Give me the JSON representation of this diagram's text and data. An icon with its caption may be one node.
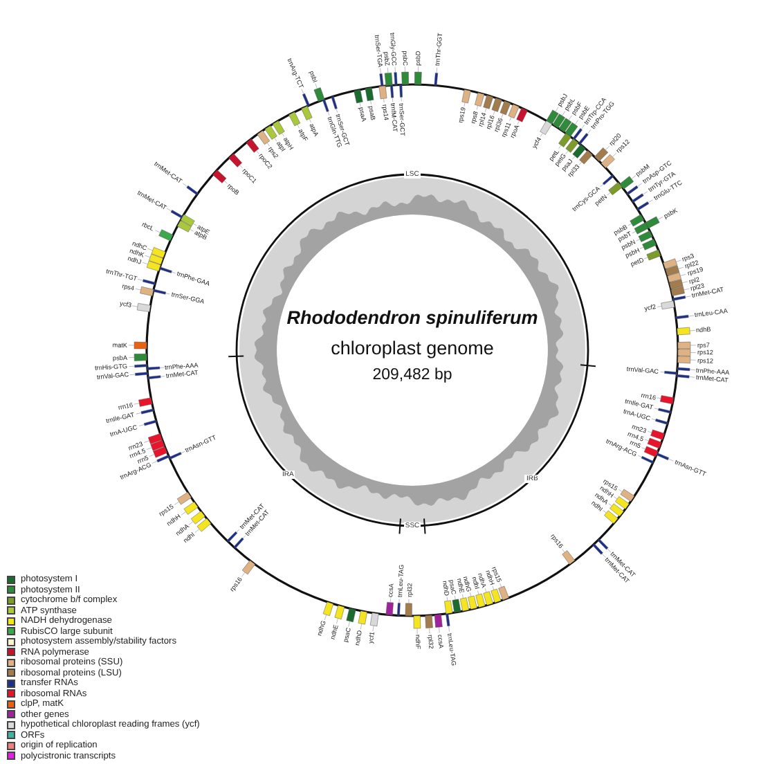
{
  "diagram": {
    "title": "Rhododendron spinuliferum",
    "labels": [
      "chloroplast genome",
      "209,482 bp",
      "LSC",
      "IRA",
      "IRB",
      "SSC",
      "trnArg-TCT",
      "psbI",
      "trnSer-TGA",
      "psbZ",
      "trnGly-GCC",
      "psbC",
      "psbD",
      "trnThr-GGT",
      "psbJ",
      "psbL",
      "psbF",
      "psbE",
      "trnTrp-CCA",
      "trnPro-TGG",
      "rpl20",
      "rps12",
      "psbM",
      "trnAsp-GTC",
      "trnTyr-GTA",
      "trnGlu-TTC",
      "psbK",
      "rps3",
      "rpl22",
      "rps19",
      "rpl2",
      "rpl23",
      "trnMet-CAT",
      "trnLeu-CAA",
      "ndhB",
      "rps7",
      "rps12",
      "rps12",
      "trnPhe-AAA",
      "trnMet-CAT",
      "trnAsn-GTT",
      "trnMet-CAT",
      "trnMet-CAT",
      "ndhG",
      "ndhE",
      "psaC",
      "ndhD",
      "ycf1",
      "ndhF",
      "rpl32",
      "ccsA",
      "trnLeu-TAG",
      "rps16",
      "ndhI",
      "ndhA",
      "ndhH",
      "rps15",
      "trnArg-ACG",
      "rrn5",
      "rrn4.5",
      "rrn23",
      "trnA-UGC",
      "trnIle-GAT",
      "rrn16",
      "trnVal-GAC",
      "trnHis-GTG",
      "psbA",
      "matK",
      "ycf3",
      "rps4",
      "trnThr-TGT",
      "ndhJ",
      "ndhK",
      "ndhC",
      "rbcL",
      "trnMet-CAT",
      "trnMet-CAT",
      "psaA",
      "psaB",
      "rps14",
      "trnfM-CAT",
      "trnSer-GCT",
      "rps19",
      "rps8",
      "rpl14",
      "rpl16",
      "rpl36",
      "rps11",
      "rpoA",
      "ycf4",
      "petL",
      "petG",
      "psaJ",
      "rpl33",
      "trnCys-GCA",
      "petN",
      "psbB",
      "psbT",
      "psbN",
      "psbH",
      "petD",
      "ycf2",
      "trnVal-GAC",
      "rrn16",
      "trnIle-GAT",
      "trnA-UGC",
      "rrn23",
      "rrn4.5",
      "rrn5",
      "trnArg-ACG",
      "rps15",
      "ndhH",
      "ndhA",
      "ndhI",
      "rps16",
      "ccsA",
      "trnLeu-TAG",
      "rpl32",
      "ndhD",
      "psaC",
      "ndhE",
      "ndhG",
      "ndhI",
      "ndhA",
      "ndhH",
      "rps15",
      "trnMet-CAT",
      "trnMet-CAT",
      "trnAsn-GTT",
      "trnMet-CAT",
      "trnPhe-AAA",
      "trnSer-GGA",
      "trnPhe-GAA",
      "atpB",
      "atpE",
      "rpoB",
      "rpoC1",
      "rpoC2",
      "rps2",
      "atpI",
      "atpH",
      "atpF",
      "atpA",
      "trnGln-TTG",
      "trnSer-GCT"
    ],
    "legend": [
      {
        "text": "photosystem I",
        "color": "#1b6b2f"
      },
      {
        "text": "photosystem II",
        "color": "#2f8a3a"
      },
      {
        "text": "cytochrome b/f complex",
        "color": "#7d9b2b"
      },
      {
        "text": "ATP synthase",
        "color": "#a9c83b"
      },
      {
        "text": "NADH dehydrogenase",
        "color": "#f4e520"
      },
      {
        "text": "RubisCO large subunit",
        "color": "#3aa84b"
      },
      {
        "text": "photosystem assembly/stability factors",
        "color": "#fcf5c9"
      },
      {
        "text": "RNA polymerase",
        "color": "#c8132f"
      },
      {
        "text": "ribosomal proteins (SSU)",
        "color": "#deb283"
      },
      {
        "text": "ribosomal proteins (LSU)",
        "color": "#a27c4c"
      },
      {
        "text": "transfer RNAs",
        "color": "#1b2f8b"
      },
      {
        "text": "ribosomal RNAs",
        "color": "#e8142b"
      },
      {
        "text": "clpP, matK",
        "color": "#e86212"
      },
      {
        "text": "other genes",
        "color": "#a0229b"
      },
      {
        "text": "hypothetical chloroplast reading frames (ycf)",
        "color": "#d9d9d9"
      },
      {
        "text": "ORFs",
        "color": "#41b1a1"
      },
      {
        "text": "origin of replication",
        "color": "#e98282"
      },
      {
        "text": "polycistronic transcripts",
        "color": "#e021e0"
      }
    ]
  }
}
